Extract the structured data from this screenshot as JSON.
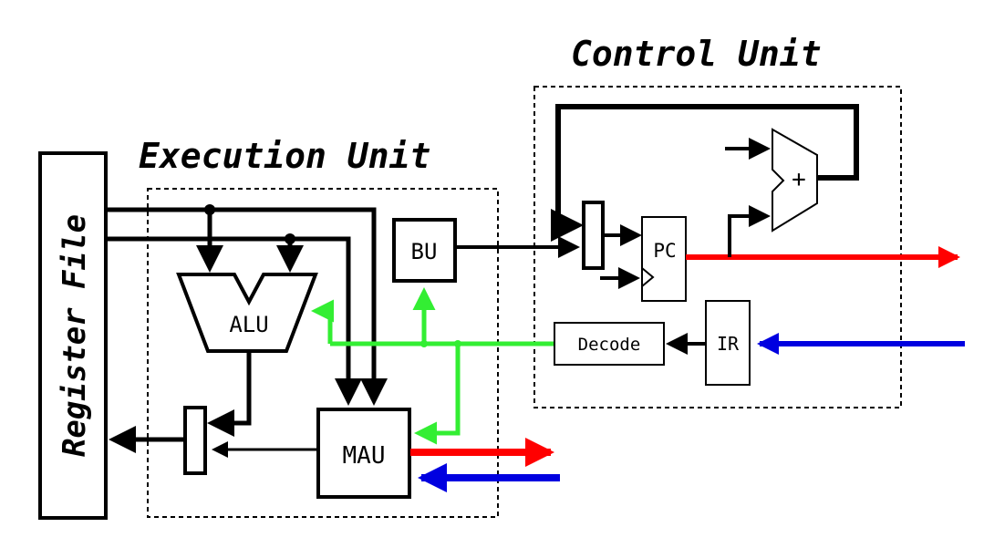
{
  "titles": {
    "control_unit": "Control Unit",
    "execution_unit": "Execution Unit",
    "register_file": "Register File"
  },
  "blocks": {
    "alu": "ALU",
    "bu": "BU",
    "mau": "MAU",
    "pc": "PC",
    "decode": "Decode",
    "ir": "IR",
    "adder": "+"
  },
  "colors": {
    "data_out": "#ff0000",
    "data_in": "#0000e0",
    "control": "#33ee33",
    "line": "#000000"
  }
}
